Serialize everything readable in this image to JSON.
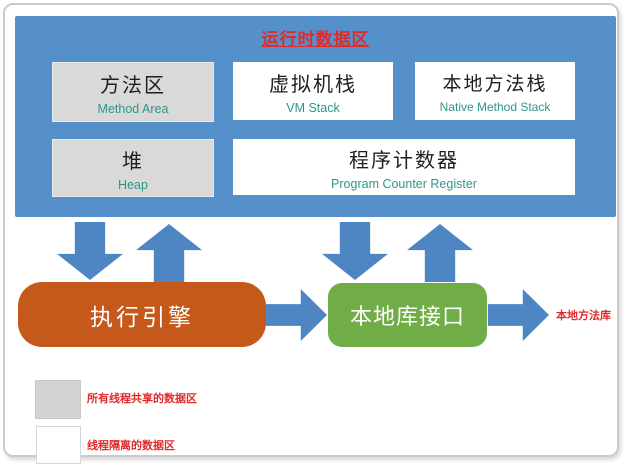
{
  "diagram": {
    "title": "运行时数据区",
    "runtime_boxes": {
      "method_area": {
        "zh": "方法区",
        "en": "Method Area"
      },
      "vm_stack": {
        "zh": "虚拟机栈",
        "en": "VM Stack"
      },
      "native_method_stack": {
        "zh": "本地方法栈",
        "en": "Native Method Stack"
      },
      "heap": {
        "zh": "堆",
        "en": "Heap"
      },
      "pc_register": {
        "zh": "程序计数器",
        "en": "Program Counter Register"
      }
    },
    "execution_engine": {
      "label": "执行引擎"
    },
    "native_interface": {
      "label": "本地库接口"
    },
    "native_library_label": "本地方法库",
    "legend": {
      "shared": "所有线程共享的数据区",
      "isolated": "线程隔离的数据区"
    },
    "colors": {
      "container_blue": "#5590CB",
      "arrow_blue": "#4E86C4",
      "engine_orange": "#C5591B",
      "interface_green": "#70AD47",
      "title_red": "#E02B2B",
      "english_teal": "#2E9688",
      "shared_gray": "#D9D9D9"
    }
  }
}
